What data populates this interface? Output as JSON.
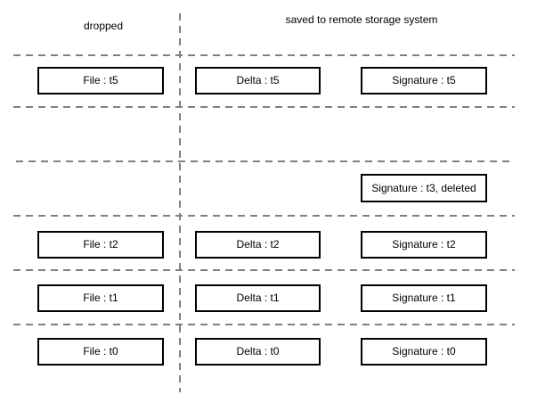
{
  "headers": {
    "left": "dropped",
    "right": "saved to remote storage system"
  },
  "rows": {
    "t5": {
      "file": "File : t5",
      "delta": "Delta : t5",
      "signature": "Signature : t5"
    },
    "t3": {
      "signature": "Signature : t3, deleted"
    },
    "t2": {
      "file": "File : t2",
      "delta": "Delta : t2",
      "signature": "Signature : t2"
    },
    "t1": {
      "file": "File : t1",
      "delta": "Delta : t1",
      "signature": "Signature : t1"
    },
    "t0": {
      "file": "File : t0",
      "delta": "Delta : t0",
      "signature": "Signature : t0"
    }
  },
  "colors": {
    "divider": "#808080",
    "box_border": "#000000",
    "background": "#ffffff"
  }
}
